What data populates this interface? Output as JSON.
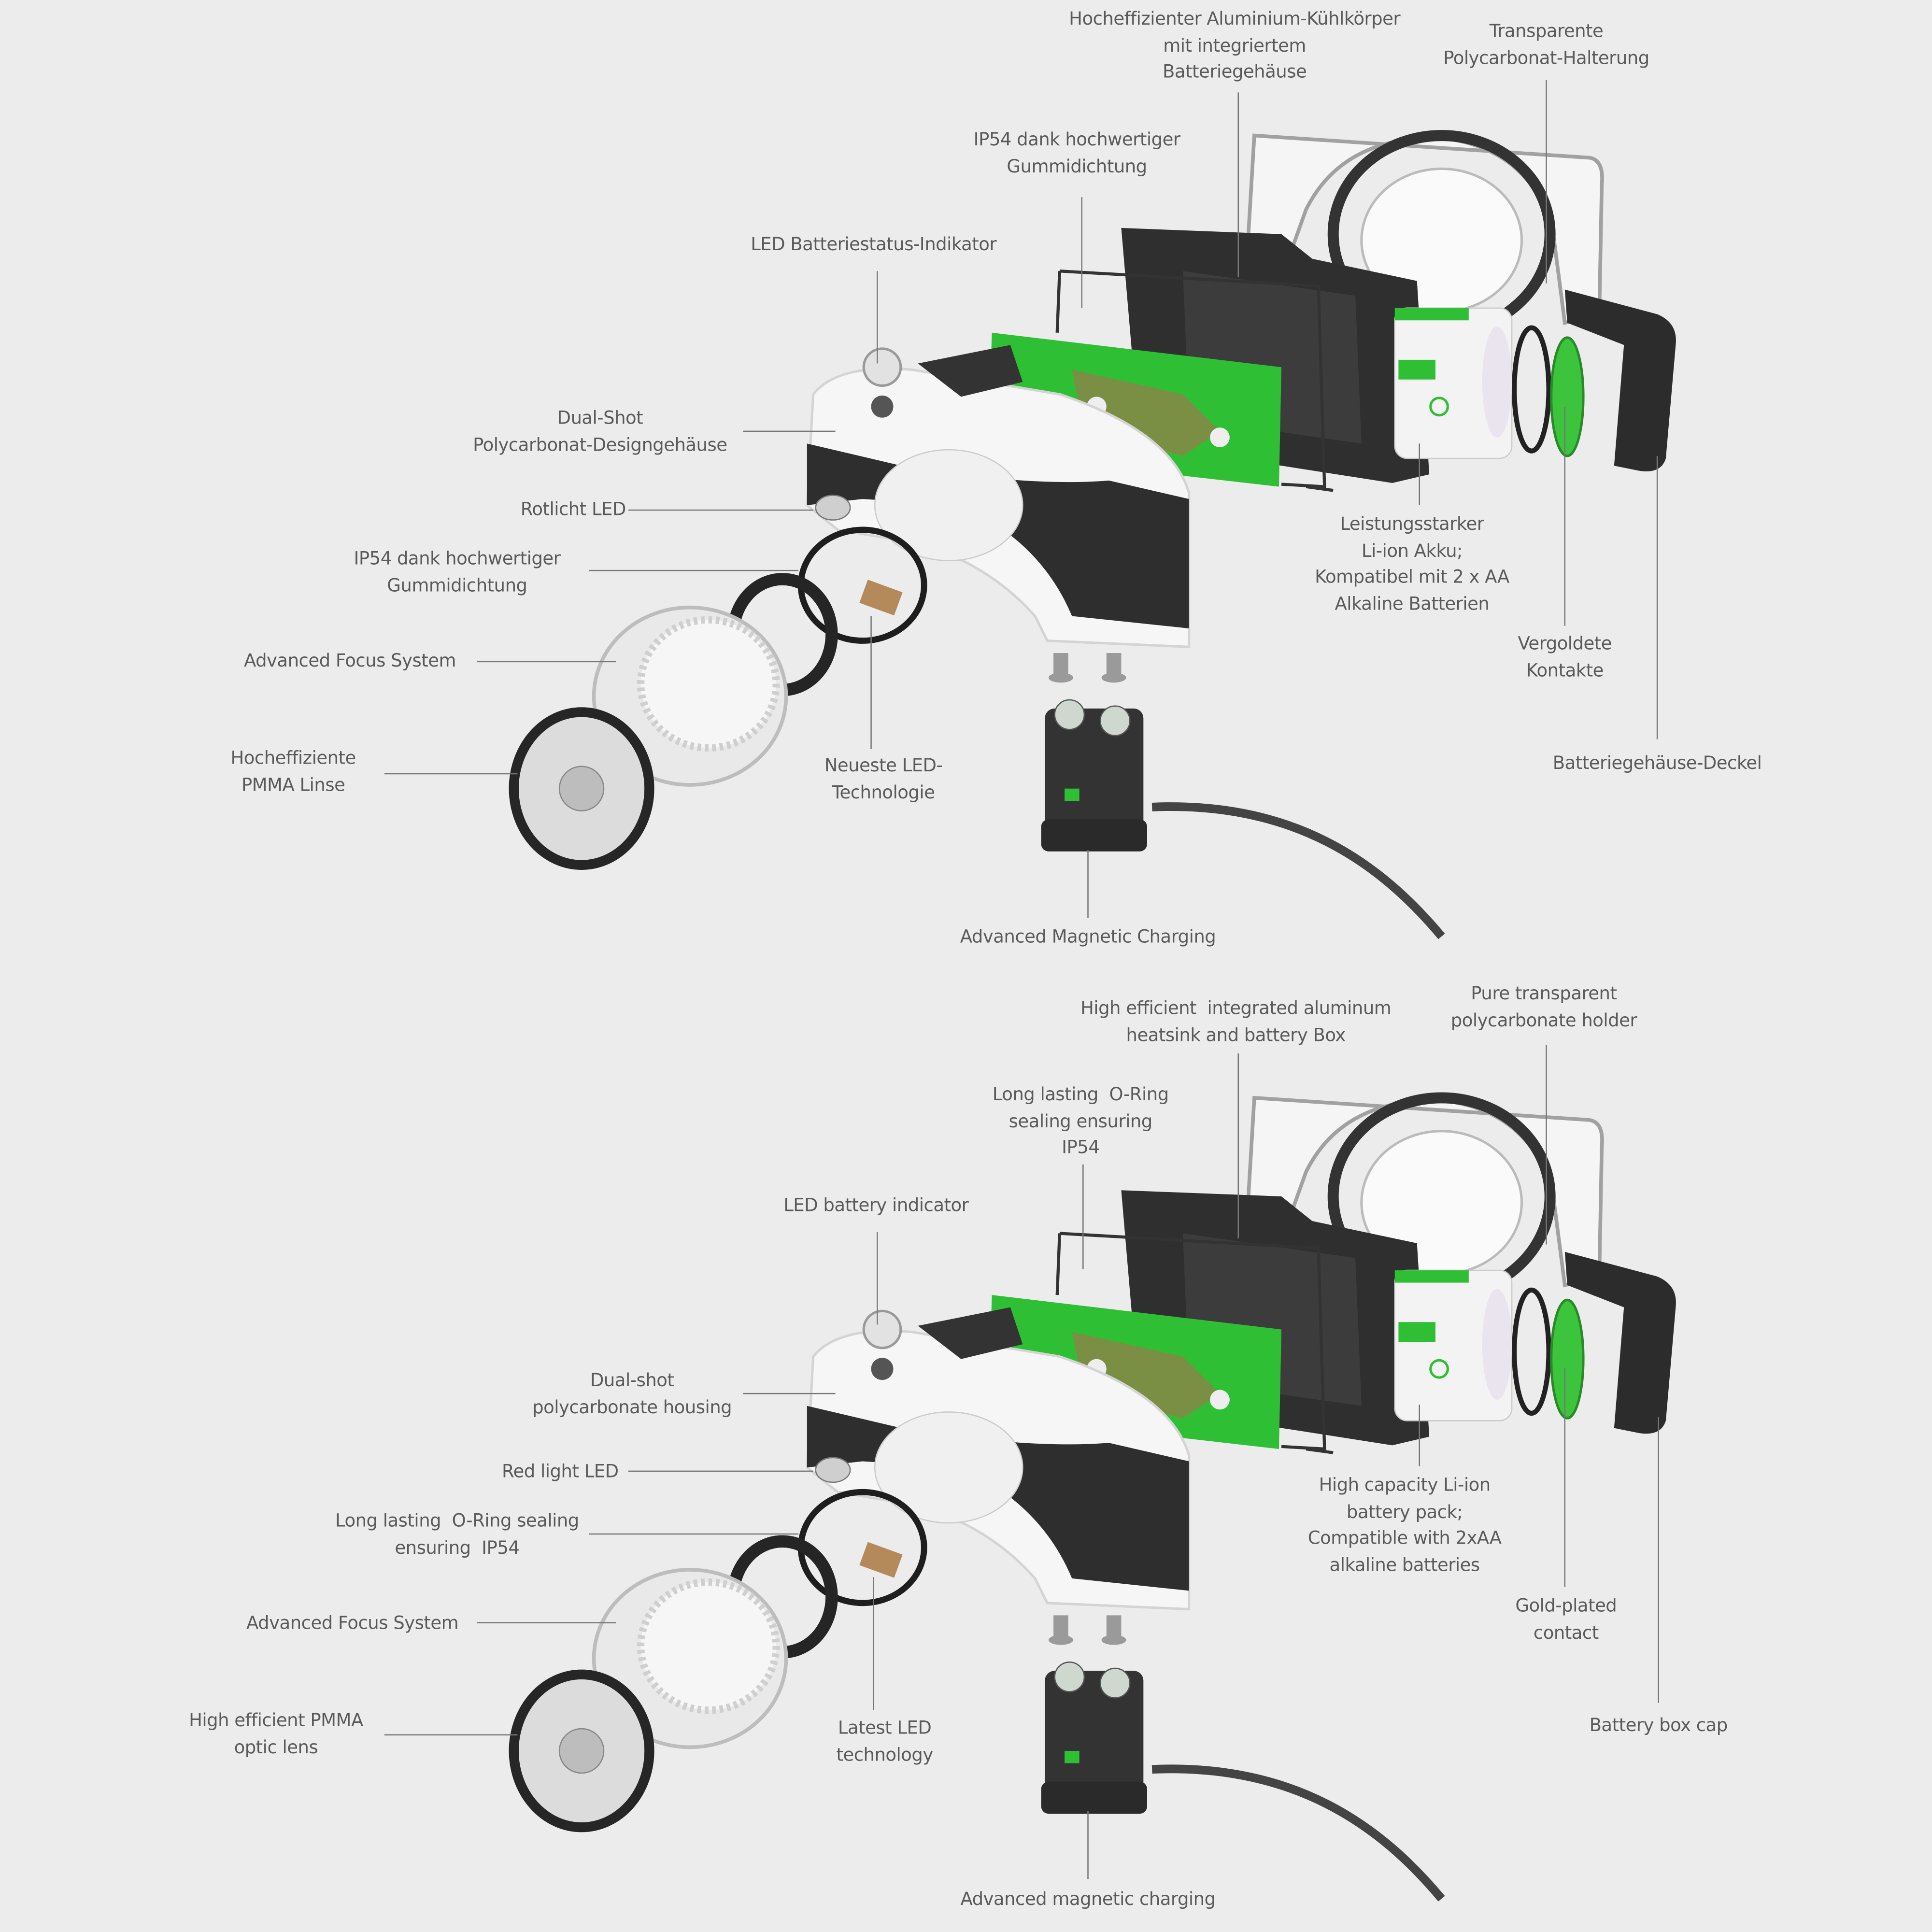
{
  "colors": {
    "background": "#ececec",
    "text": "#5a5a5a",
    "pcb_green": "#2fbf35",
    "housing_black": "#2e2e2e",
    "housing_white": "#f6f6f6"
  },
  "german": {
    "heatsink": [
      "Hocheffizienter Aluminium-Kühlkörper",
      "mit integriertem",
      "Batteriegehäuse"
    ],
    "holder": [
      "Transparente",
      "Polycarbonat-Halterung"
    ],
    "oring_top": [
      "IP54 dank hochwertiger",
      "Gummidichtung"
    ],
    "battery_indicator": [
      "LED Batteriestatus-Indikator"
    ],
    "housing": [
      "Dual-Shot",
      "Polycarbonat-Designgehäuse"
    ],
    "red_led": [
      "Rotlicht LED"
    ],
    "oring_front": [
      "IP54 dank hochwertiger",
      "Gummidichtung"
    ],
    "focus": [
      "Advanced Focus System"
    ],
    "lens": [
      "Hocheffiziente",
      "PMMA Linse"
    ],
    "led_tech": [
      "Neueste LED-",
      "Technologie"
    ],
    "charging": [
      "Advanced Magnetic Charging"
    ],
    "battery": [
      "Leistungsstarker",
      "Li-ion Akku;",
      "Kompatibel mit 2 x AA",
      "Alkaline Batterien"
    ],
    "contacts": [
      "Vergoldete",
      "Kontakte"
    ],
    "cap": [
      "Batteriegehäuse-Deckel"
    ]
  },
  "english": {
    "heatsink": [
      "High efficient  integrated aluminum",
      "heatsink and battery Box"
    ],
    "holder": [
      "Pure transparent",
      "polycarbonate holder"
    ],
    "oring_top": [
      "Long lasting  O-Ring",
      "sealing ensuring",
      "IP54"
    ],
    "battery_indicator": [
      "LED battery indicator"
    ],
    "housing": [
      "Dual-shot",
      "polycarbonate housing"
    ],
    "red_led": [
      "Red light LED"
    ],
    "oring_front": [
      "Long lasting  O-Ring sealing",
      "ensuring  IP54"
    ],
    "focus": [
      "Advanced Focus System"
    ],
    "lens": [
      "High efficient PMMA",
      "optic lens"
    ],
    "led_tech": [
      "Latest LED",
      "technology"
    ],
    "charging": [
      "Advanced magnetic charging"
    ],
    "battery": [
      "High capacity Li-ion",
      "battery pack;",
      "Compatible with 2xAA",
      "alkaline batteries"
    ],
    "contacts": [
      "Gold-plated",
      "contact"
    ],
    "cap": [
      "Battery box cap"
    ]
  }
}
